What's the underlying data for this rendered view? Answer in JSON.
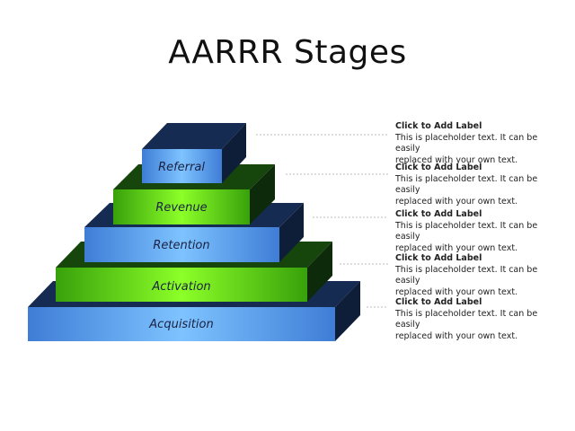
{
  "title": "AARRR Stages",
  "colors": {
    "blue_face_center": "#7ec3ff",
    "blue_face_edge": "#3f7dd6",
    "green_face_center": "#8cff28",
    "green_face_edge": "#38a10b",
    "dark_side": "#0e1e38",
    "dark_side_green": "#0d2a0a",
    "top_face": "#162b52",
    "top_face_green": "#16460c",
    "leader_line": "#bbbbbb"
  },
  "stages": [
    {
      "label": "Referral",
      "color": "blue"
    },
    {
      "label": "Revenue",
      "color": "green"
    },
    {
      "label": "Retention",
      "color": "blue"
    },
    {
      "label": "Activation",
      "color": "green"
    },
    {
      "label": "Acquisition",
      "color": "blue"
    }
  ],
  "callouts": [
    {
      "heading": "Click to Add Label",
      "line1": "This is placeholder text.  It can be easily",
      "line2": "replaced with your own text."
    },
    {
      "heading": "Click to Add Label",
      "line1": "This is placeholder text.  It can be easily",
      "line2": "replaced with your own text."
    },
    {
      "heading": "Click to Add Label",
      "line1": "This is placeholder text.  It can be easily",
      "line2": "replaced with your own text."
    },
    {
      "heading": "Click to Add Label",
      "line1": "This is placeholder text.  It can be easily",
      "line2": "replaced with your own text."
    },
    {
      "heading": "Click to Add Label",
      "line1": "This is placeholder text.  It can be easily",
      "line2": "replaced with your own text."
    }
  ]
}
